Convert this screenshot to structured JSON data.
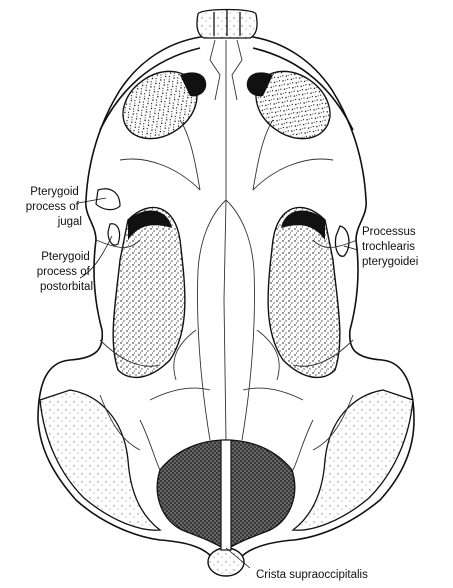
{
  "figure": {
    "labels": {
      "pterygoid_jugal": [
        "Pterygoid",
        "process of",
        "jugal"
      ],
      "pterygoid_postorbital": [
        "Pterygoid",
        "process of",
        "postorbital"
      ],
      "processus_trochlearis": [
        "Processus",
        "trochlearis",
        "pterygoidei"
      ],
      "crista": [
        "Crista supraoccipitalis"
      ]
    }
  }
}
